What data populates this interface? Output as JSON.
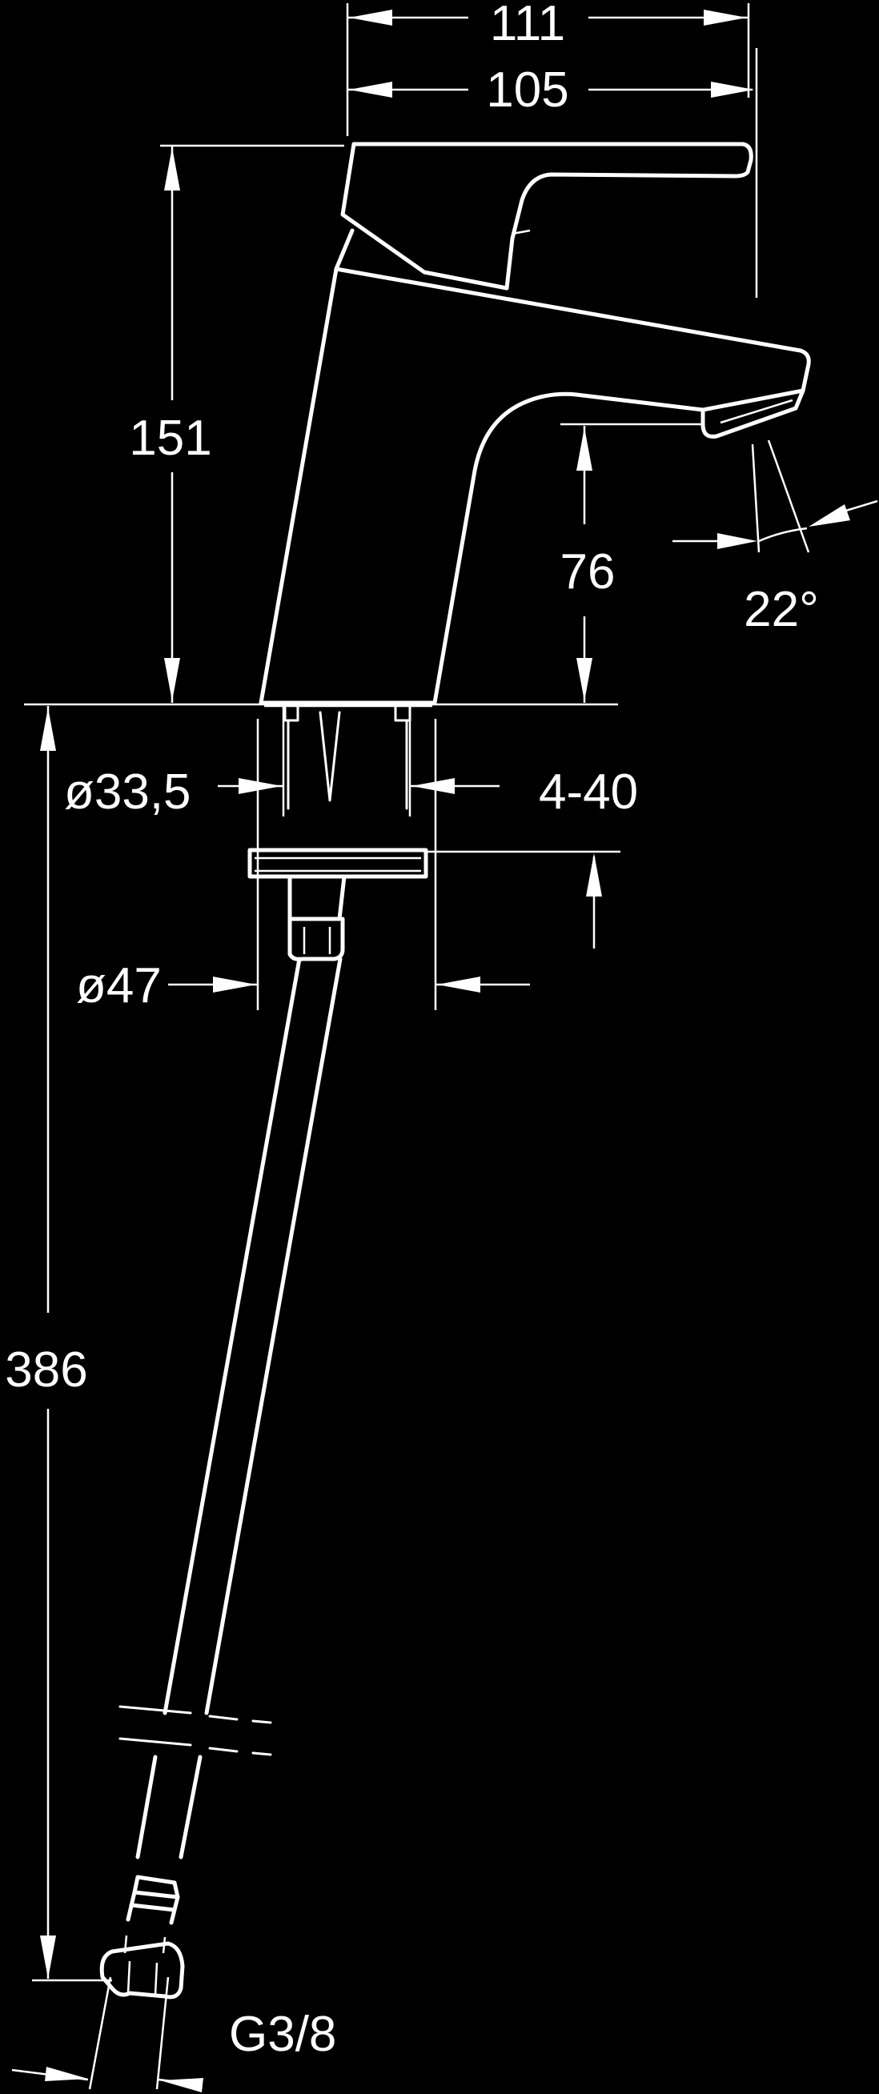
{
  "drawing": {
    "colors": {
      "background": "#000000",
      "line": "#ffffff"
    },
    "dimensions": {
      "overall_width": "111",
      "spout_width": "105",
      "height": "151",
      "spout_height": "76",
      "angle": "22°",
      "body_diameter": "ø33,5",
      "mounting_thickness": "4-40",
      "hole_diameter": "ø47",
      "hose_length": "386",
      "connection_thread": "G3/8"
    }
  }
}
